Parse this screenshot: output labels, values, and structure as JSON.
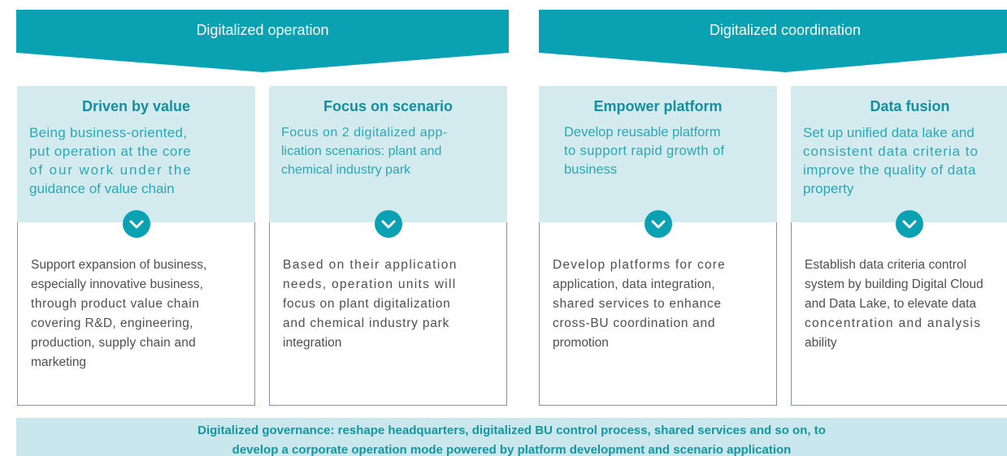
{
  "banners": [
    {
      "label": "Digitalized operation"
    },
    {
      "label": "Digitalized coordination"
    }
  ],
  "cards": [
    {
      "title": "Driven by value",
      "subtitle_lines": [
        "Being business-oriented,",
        "put operation at the core",
        "of our work under the",
        "guidance of value chain"
      ],
      "body_lines": [
        "Support expansion of business,",
        "especially innovative business,",
        "through product value chain",
        "covering R&D, engineering,",
        "production, supply chain and",
        "marketing"
      ]
    },
    {
      "title": "Focus on scenario",
      "subtitle_lines": [
        "Focus on 2 digitalized app-",
        "lication scenarios: plant and",
        "chemical industry park"
      ],
      "body_lines": [
        "Based on their application",
        "needs, operation units will",
        "focus on plant digitalization",
        "and chemical industry park",
        "integration"
      ]
    },
    {
      "title": "Empower platform",
      "subtitle_lines": [
        "Develop reusable platform",
        "to support rapid growth of",
        "business"
      ],
      "body_lines": [
        "Develop platforms for core",
        "application, data integration,",
        "shared services to enhance",
        "cross-BU coordination and",
        "promotion"
      ]
    },
    {
      "title": "Data fusion",
      "subtitle_lines": [
        "Set up unified data lake and",
        "consistent data criteria to",
        "improve the quality of data",
        "property"
      ],
      "body_lines": [
        "Establish data criteria control",
        "system by building Digital Cloud",
        "and Data Lake, to elevate data",
        "concentration and analysis",
        "ability"
      ]
    }
  ],
  "footer_lines": [
    "Digitalized governance: reshape headquarters, digitalized BU control process, shared services and so on, to",
    "develop a corporate operation mode powered by platform development and scenario application"
  ],
  "icon": "chevron-down-icon",
  "colors": {
    "teal": "#0aa2b3",
    "card_top_bg": "#d3ebef",
    "title": "#148fa0",
    "subtitle": "#2aa8b6",
    "body": "#4f4f4f",
    "footer_bg": "#c9e7ec"
  }
}
